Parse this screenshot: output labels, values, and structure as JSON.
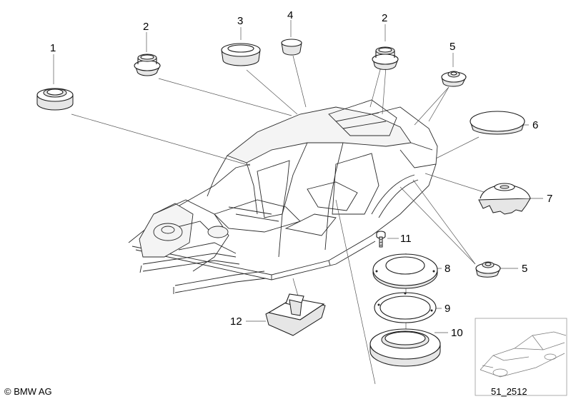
{
  "callouts": [
    {
      "id": "c1",
      "text": "1"
    },
    {
      "id": "c2a",
      "text": "2"
    },
    {
      "id": "c3",
      "text": "3"
    },
    {
      "id": "c4",
      "text": "4"
    },
    {
      "id": "c2b",
      "text": "2"
    },
    {
      "id": "c5a",
      "text": "5"
    },
    {
      "id": "c6",
      "text": "6"
    },
    {
      "id": "c7",
      "text": "7"
    },
    {
      "id": "c5b",
      "text": "5"
    },
    {
      "id": "c8",
      "text": "8"
    },
    {
      "id": "c9",
      "text": "9"
    },
    {
      "id": "c10",
      "text": "10"
    },
    {
      "id": "c11",
      "text": "11"
    },
    {
      "id": "c12",
      "text": "12"
    }
  ],
  "copyright": "© BMW AG",
  "diagram_code": "51_2512"
}
